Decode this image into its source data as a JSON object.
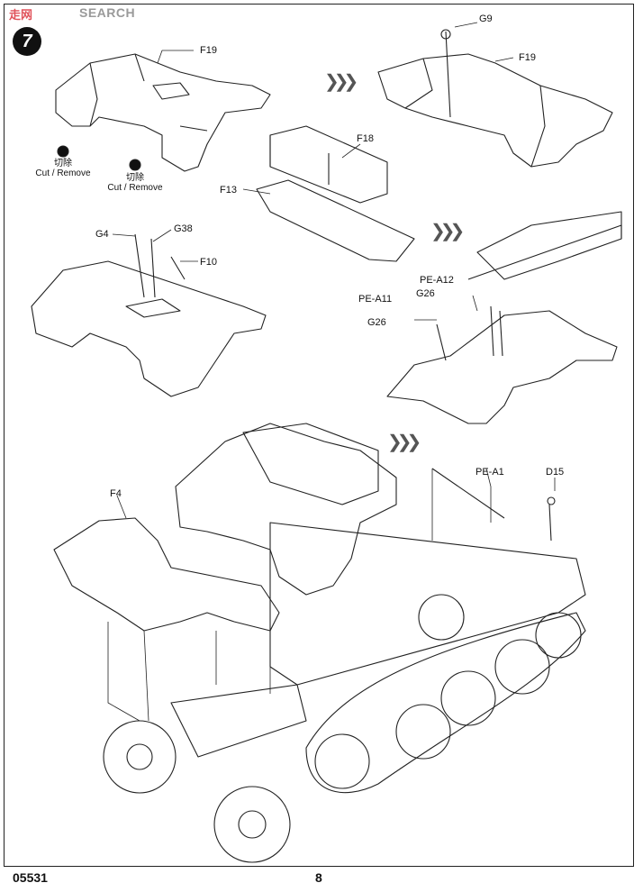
{
  "watermark": {
    "mark": "走网",
    "text": "SEARCH"
  },
  "step_number": "7",
  "labels": {
    "f19_top_left": "F19",
    "g9": "G9",
    "f19_top_right": "F19",
    "f18": "F18",
    "f13": "F13",
    "g4": "G4",
    "g38": "G38",
    "f10": "F10",
    "pe_a12": "PE-A12",
    "g26_a": "G26",
    "pe_a11": "PE-A11",
    "g26_b": "G26",
    "pe_a1": "PE-A1",
    "d15": "D15",
    "f4": "F4"
  },
  "cut_notes": [
    {
      "zh": "切除",
      "en": "Cut / Remove"
    },
    {
      "zh": "切除",
      "en": "Cut / Remove"
    }
  ],
  "footer": {
    "kit_number": "05531",
    "page_number": "8"
  }
}
